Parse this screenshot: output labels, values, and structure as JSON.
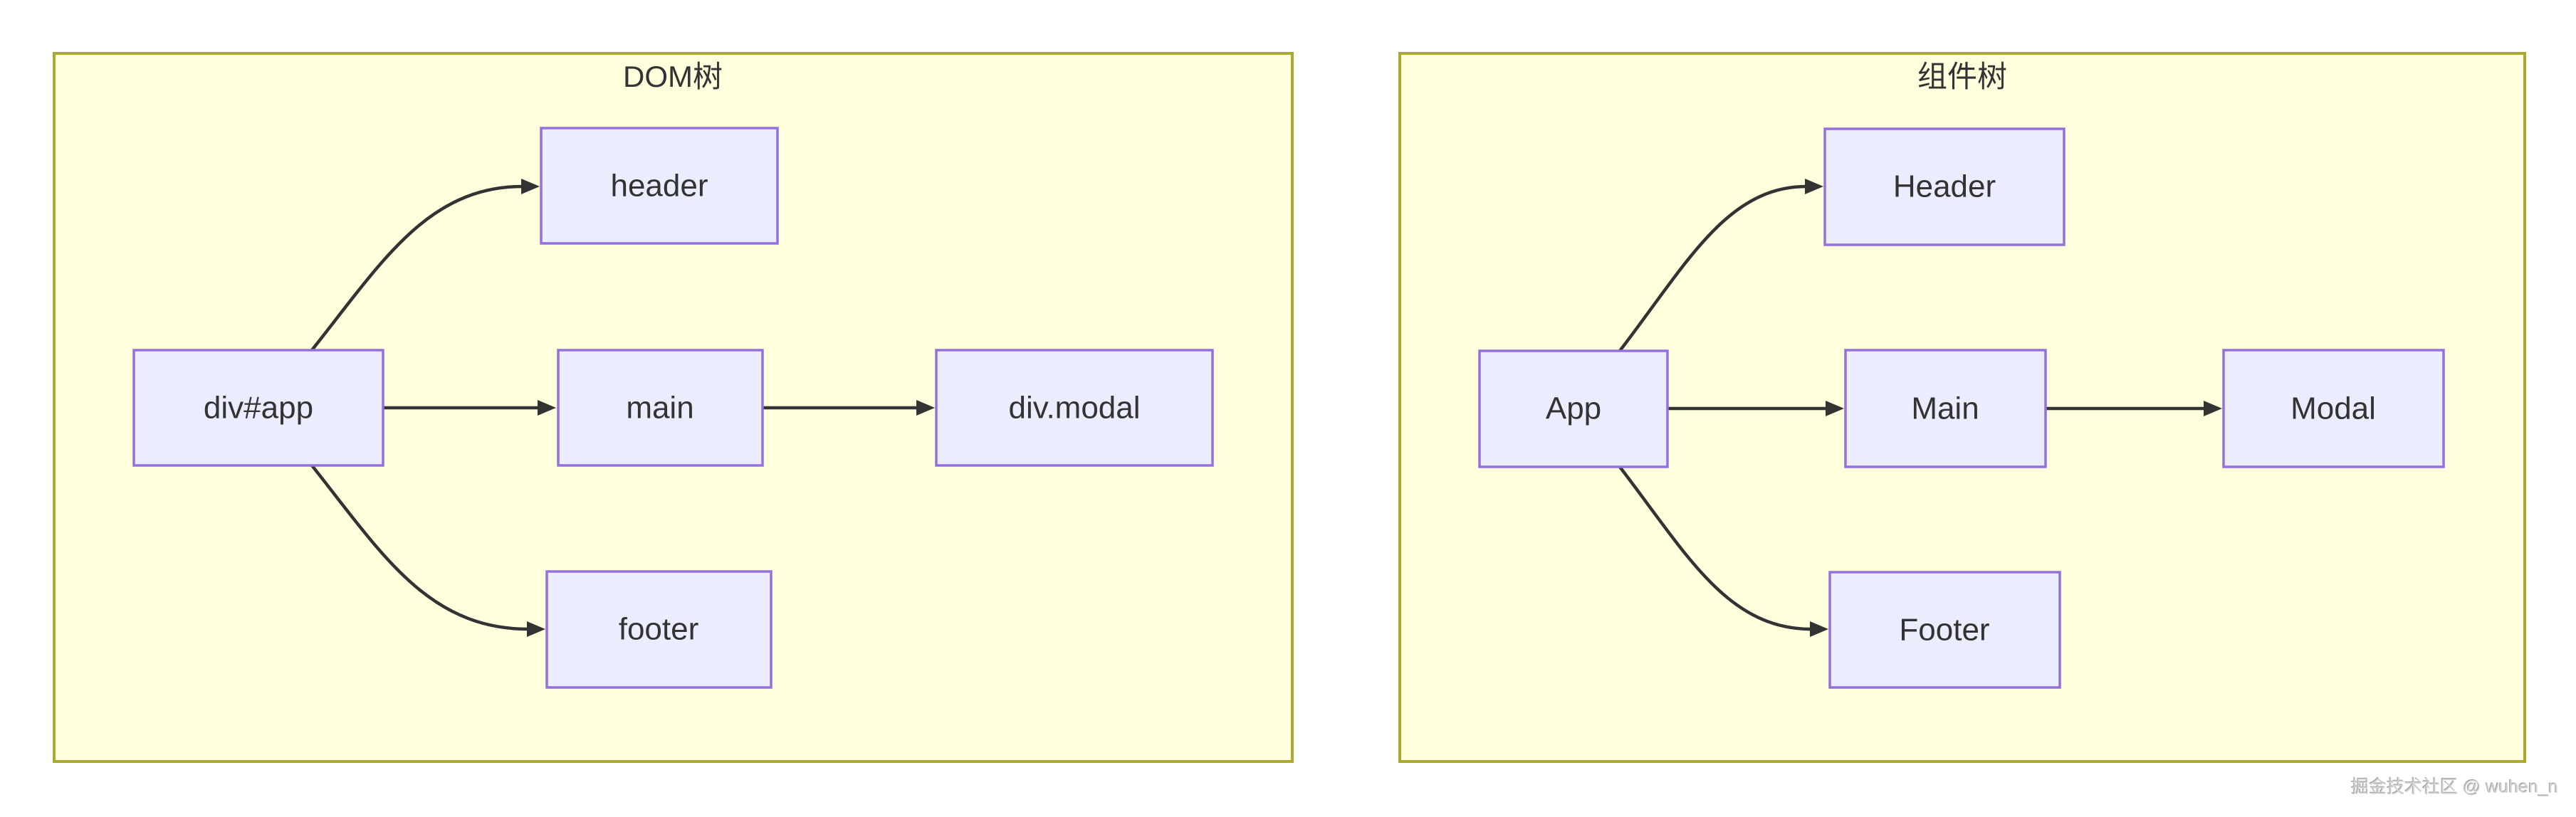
{
  "colors": {
    "panel_fill": "#ffffde",
    "panel_border": "#aaaa33",
    "node_fill": "#ececff",
    "node_border": "#9370db",
    "edge": "#333333",
    "text": "#333333",
    "watermark_text": "#d2d2d2"
  },
  "diagrams": [
    {
      "title": "DOM树",
      "nodes": [
        {
          "label": "div#app"
        },
        {
          "label": "header"
        },
        {
          "label": "main"
        },
        {
          "label": "div.modal"
        },
        {
          "label": "footer"
        }
      ],
      "edges": [
        "div#app → header",
        "div#app → main",
        "div#app → footer",
        "main → div.modal"
      ]
    },
    {
      "title": "组件树",
      "nodes": [
        {
          "label": "App"
        },
        {
          "label": "Header"
        },
        {
          "label": "Main"
        },
        {
          "label": "Modal"
        },
        {
          "label": "Footer"
        }
      ],
      "edges": [
        "App → Header",
        "App → Main",
        "App → Footer",
        "Main → Modal"
      ]
    }
  ],
  "watermark": {
    "text": "掘金技术社区 @ wuhen_n"
  }
}
